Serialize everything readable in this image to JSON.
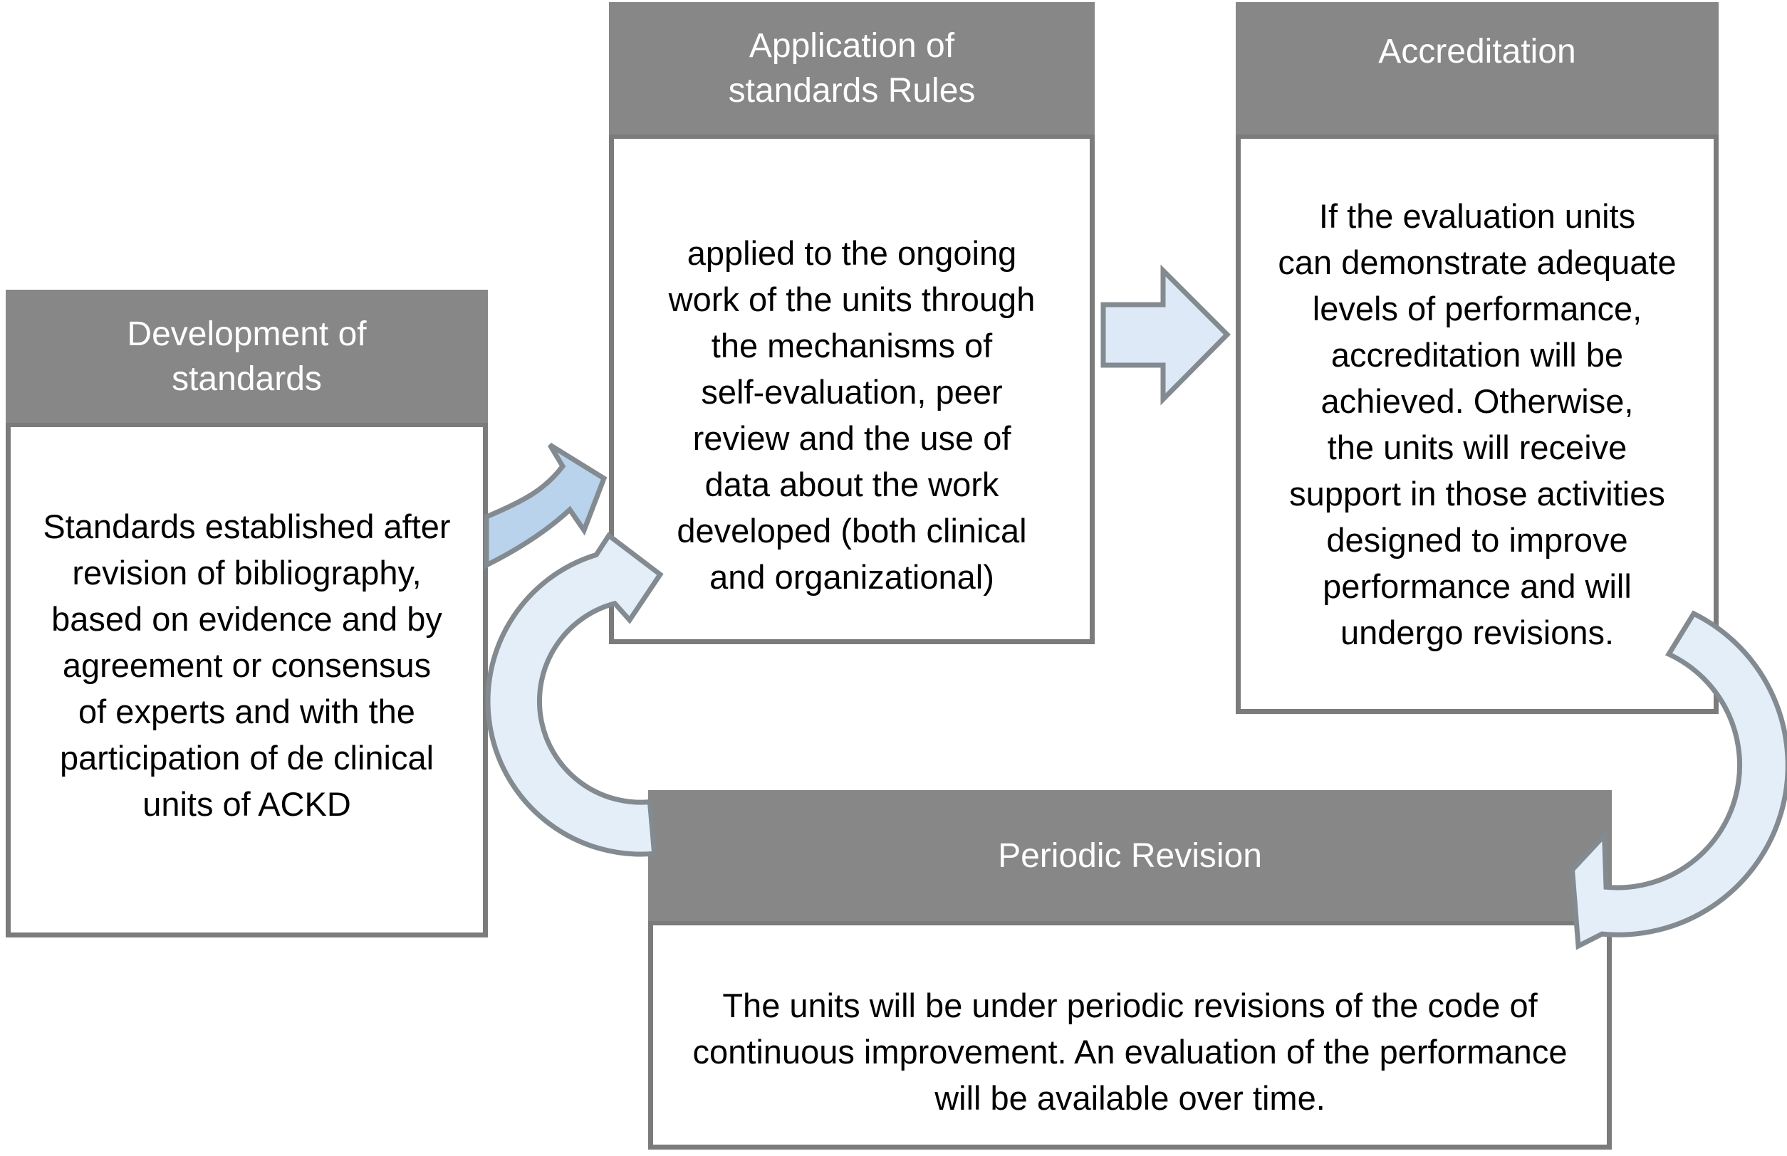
{
  "diagram": {
    "boxes": {
      "development": {
        "title": "Development of\nstandards",
        "body": "Standards established after\nrevision of bibliography,\nbased on evidence and by\nagreement or consensus\nof experts and with the\nparticipation of de clinical\nunits of ACKD"
      },
      "application": {
        "title": "Application of\nstandards Rules",
        "body": "applied to the ongoing\nwork of the units through\nthe mechanisms of\nself-evaluation, peer\nreview and the use of\ndata about the work\ndeveloped (both clinical\nand organizational)"
      },
      "accreditation": {
        "title": "Accreditation",
        "body": "If the evaluation units\ncan demonstrate adequate\nlevels of performance,\naccreditation will be\nachieved. Otherwise,\nthe units will receive\nsupport in those activities\ndesigned to improve\nperformance and will\nundergo revisions."
      },
      "periodic": {
        "title": "Periodic Revision",
        "body": "The units will be under periodic revisions of the code of\ncontinuous improvement. An evaluation of the performance\nwill be available over time."
      }
    },
    "arrows": {
      "dev_to_app": "curved arrow from Development of standards to Application of standards Rules",
      "app_to_acc": "block arrow from Application of standards Rules to Accreditation",
      "acc_to_periodic": "curved arrow from Accreditation to Periodic Revision",
      "periodic_to_start": "large curved cycle arrow from Periodic Revision back toward Development / Application"
    },
    "colors": {
      "header_bg": "#878787",
      "box_border": "#7b7b7b",
      "title_text": "#ffffff",
      "body_text": "#000000",
      "arrow_small_fill": "#b9d3ec",
      "arrow_block_fill": "#dde9f6",
      "arrow_curve_fill": "#e4eef9",
      "arrow_stroke": "#838a90"
    }
  }
}
